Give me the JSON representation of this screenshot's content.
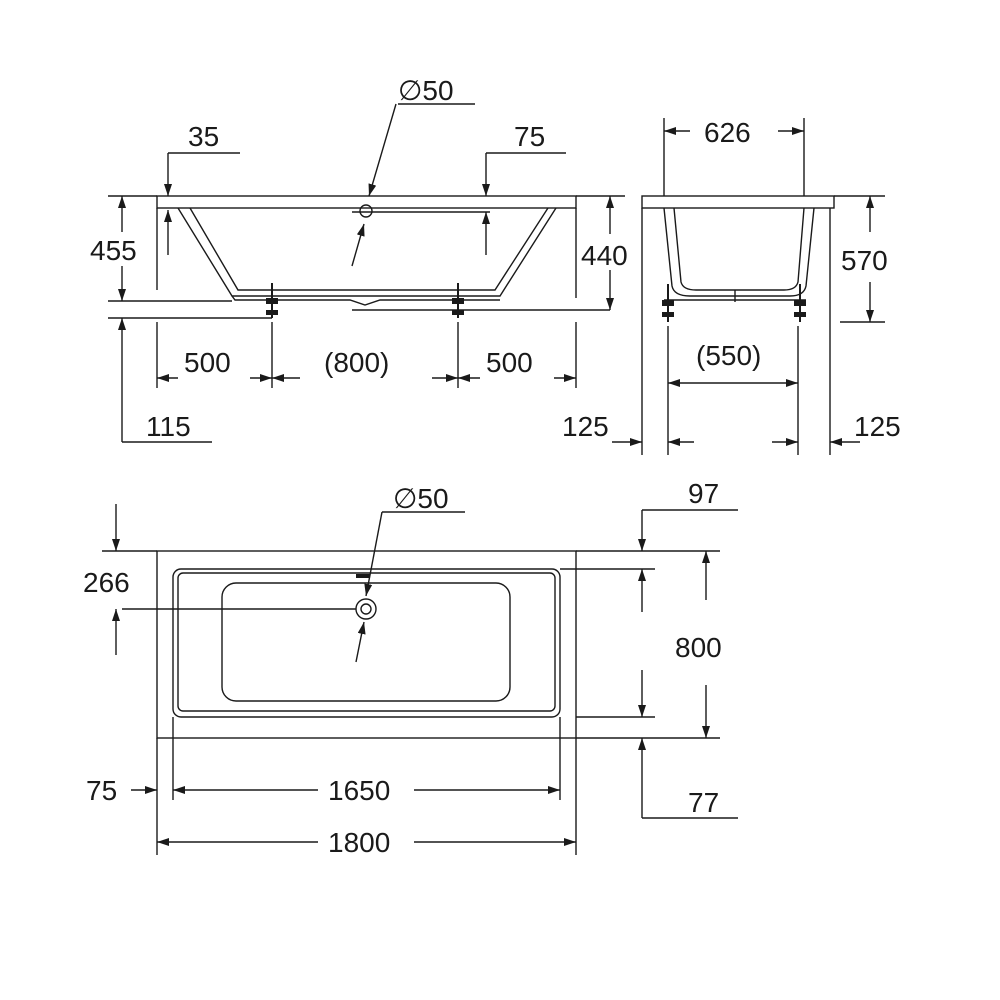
{
  "side_view": {
    "drain_diameter": "∅50",
    "rim_left": "35",
    "rim_right": "75",
    "height_total": "455",
    "height_inner": "440",
    "foot_left": "500",
    "foot_spacing": "(800)",
    "foot_right": "500",
    "floor_gap": "115"
  },
  "end_view": {
    "width_top": "626",
    "height": "570",
    "foot_spacing": "(550)",
    "offset_left": "125",
    "offset_right": "125"
  },
  "plan_view": {
    "drain_diameter": "∅50",
    "drain_offset": "266",
    "rim_top": "97",
    "width": "800",
    "rim_bottom": "77",
    "rim_left": "75",
    "inner_length": "1650",
    "length": "1800"
  }
}
